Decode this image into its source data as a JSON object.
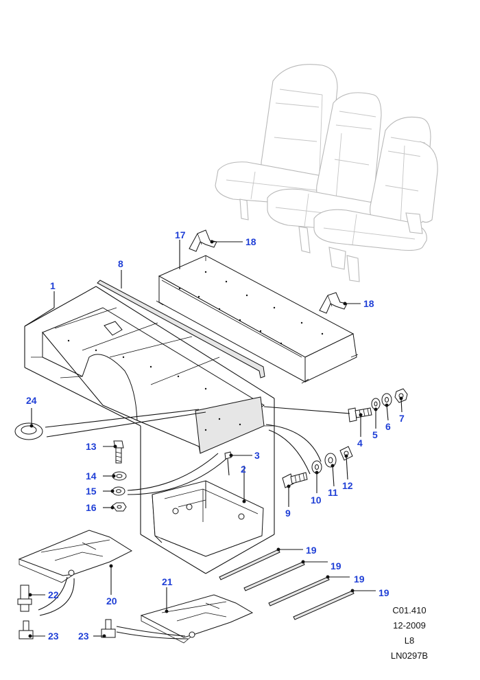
{
  "callouts": [
    "1",
    "2",
    "3",
    "4",
    "5",
    "6",
    "7",
    "8",
    "9",
    "10",
    "11",
    "12",
    "13",
    "14",
    "15",
    "16",
    "17",
    "18",
    "18",
    "19",
    "19",
    "19",
    "19",
    "20",
    "21",
    "22",
    "23",
    "23",
    "24"
  ],
  "reference": {
    "code": "C01.410",
    "date": "12-2009",
    "model": "L8",
    "drawing": "LN0297B"
  },
  "colors": {
    "callout": "#1f3fd6",
    "line": "#111111",
    "seat": "#b8b8b8"
  }
}
